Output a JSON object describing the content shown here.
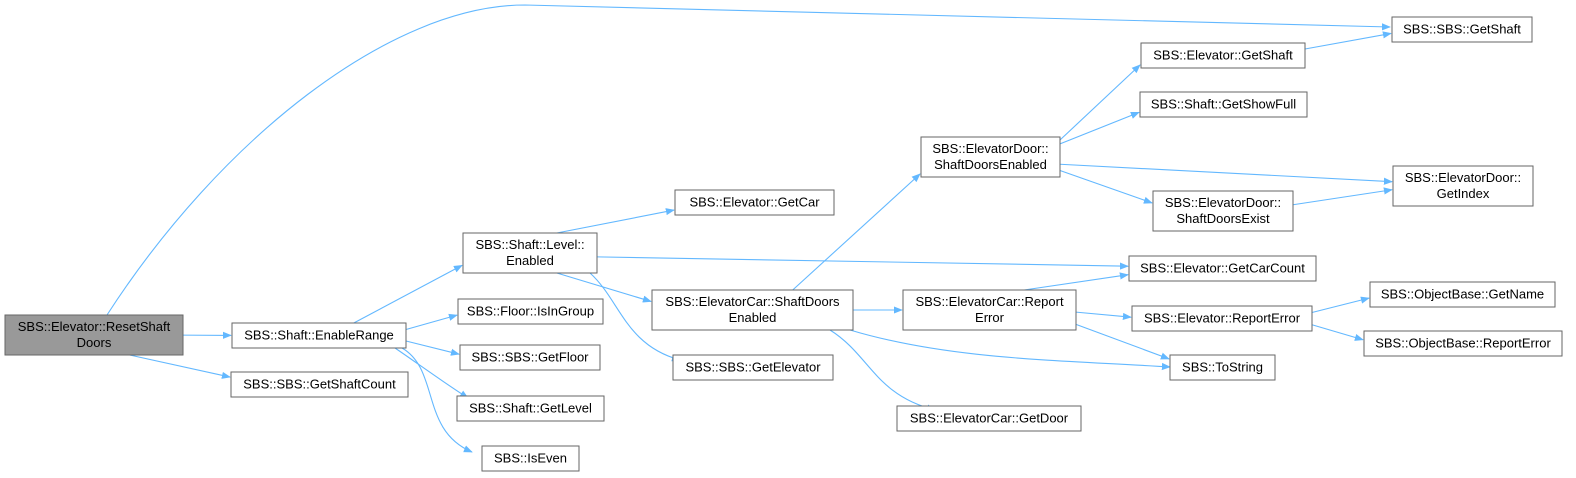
{
  "nodes": [
    {
      "id": "reset",
      "lines": [
        "SBS::Elevator::ResetShaft",
        "Doors"
      ],
      "root": true
    },
    {
      "id": "enablerange",
      "lines": [
        "SBS::Shaft::EnableRange"
      ]
    },
    {
      "id": "getshaftcount",
      "lines": [
        "SBS::SBS::GetShaftCount"
      ]
    },
    {
      "id": "sbsgetshaft",
      "lines": [
        "SBS::SBS::GetShaft"
      ]
    },
    {
      "id": "levelenabled",
      "lines": [
        "SBS::Shaft::Level::",
        "Enabled"
      ]
    },
    {
      "id": "isingroup",
      "lines": [
        "SBS::Floor::IsInGroup"
      ]
    },
    {
      "id": "getfloor",
      "lines": [
        "SBS::SBS::GetFloor"
      ]
    },
    {
      "id": "getlevel",
      "lines": [
        "SBS::Shaft::GetLevel"
      ]
    },
    {
      "id": "iseven",
      "lines": [
        "SBS::IsEven"
      ]
    },
    {
      "id": "getcar",
      "lines": [
        "SBS::Elevator::GetCar"
      ]
    },
    {
      "id": "carshaftdoors",
      "lines": [
        "SBS::ElevatorCar::ShaftDoors",
        "Enabled"
      ]
    },
    {
      "id": "getelevator",
      "lines": [
        "SBS::SBS::GetElevator"
      ]
    },
    {
      "id": "doorshaftdoors",
      "lines": [
        "SBS::ElevatorDoor::",
        "ShaftDoorsEnabled"
      ]
    },
    {
      "id": "carreporterror",
      "lines": [
        "SBS::ElevatorCar::Report",
        "Error"
      ]
    },
    {
      "id": "getdoor",
      "lines": [
        "SBS::ElevatorCar::GetDoor"
      ]
    },
    {
      "id": "elevgetshaft",
      "lines": [
        "SBS::Elevator::GetShaft"
      ]
    },
    {
      "id": "getshowfull",
      "lines": [
        "SBS::Shaft::GetShowFull"
      ]
    },
    {
      "id": "shaftdoorsexist",
      "lines": [
        "SBS::ElevatorDoor::",
        "ShaftDoorsExist"
      ]
    },
    {
      "id": "getcarcount",
      "lines": [
        "SBS::Elevator::GetCarCount"
      ]
    },
    {
      "id": "elevreporterror",
      "lines": [
        "SBS::Elevator::ReportError"
      ]
    },
    {
      "id": "tostring",
      "lines": [
        "SBS::ToString"
      ]
    },
    {
      "id": "getindex",
      "lines": [
        "SBS::ElevatorDoor::",
        "GetIndex"
      ]
    },
    {
      "id": "getname",
      "lines": [
        "SBS::ObjectBase::GetName"
      ]
    },
    {
      "id": "objreporterror",
      "lines": [
        "SBS::ObjectBase::ReportError"
      ]
    }
  ],
  "edges": [
    [
      "reset",
      "sbsgetshaft"
    ],
    [
      "reset",
      "enablerange"
    ],
    [
      "reset",
      "getshaftcount"
    ],
    [
      "enablerange",
      "levelenabled"
    ],
    [
      "enablerange",
      "isingroup"
    ],
    [
      "enablerange",
      "getfloor"
    ],
    [
      "enablerange",
      "getlevel"
    ],
    [
      "enablerange",
      "iseven"
    ],
    [
      "levelenabled",
      "getcar"
    ],
    [
      "levelenabled",
      "getcarcount"
    ],
    [
      "levelenabled",
      "carshaftdoors"
    ],
    [
      "levelenabled",
      "getelevator"
    ],
    [
      "carshaftdoors",
      "doorshaftdoors"
    ],
    [
      "carshaftdoors",
      "carreporterror"
    ],
    [
      "carshaftdoors",
      "tostring"
    ],
    [
      "carshaftdoors",
      "getdoor"
    ],
    [
      "doorshaftdoors",
      "elevgetshaft"
    ],
    [
      "doorshaftdoors",
      "getshowfull"
    ],
    [
      "doorshaftdoors",
      "getindex"
    ],
    [
      "doorshaftdoors",
      "shaftdoorsexist"
    ],
    [
      "elevgetshaft",
      "sbsgetshaft"
    ],
    [
      "shaftdoorsexist",
      "getindex"
    ],
    [
      "carreporterror",
      "getcarcount"
    ],
    [
      "carreporterror",
      "elevreporterror"
    ],
    [
      "carreporterror",
      "tostring"
    ],
    [
      "elevreporterror",
      "getname"
    ],
    [
      "elevreporterror",
      "objreporterror"
    ]
  ],
  "colors": {
    "edge": "#63b8ff",
    "node_border": "#666666",
    "root_fill": "#999999",
    "node_fill": "#ffffff"
  }
}
